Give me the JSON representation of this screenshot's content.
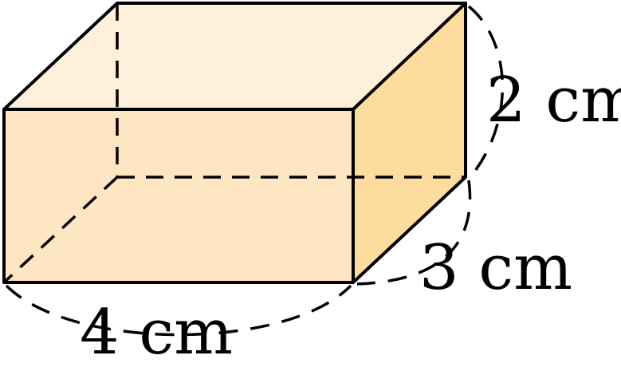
{
  "colors": {
    "top_face": "#FEF0DA",
    "front_face": "#FEE6C2",
    "side_face": "#FEDC9E",
    "edge": "#000000"
  },
  "labels": {
    "height": "2 cm",
    "depth": "3 cm",
    "width": "4 cm"
  }
}
